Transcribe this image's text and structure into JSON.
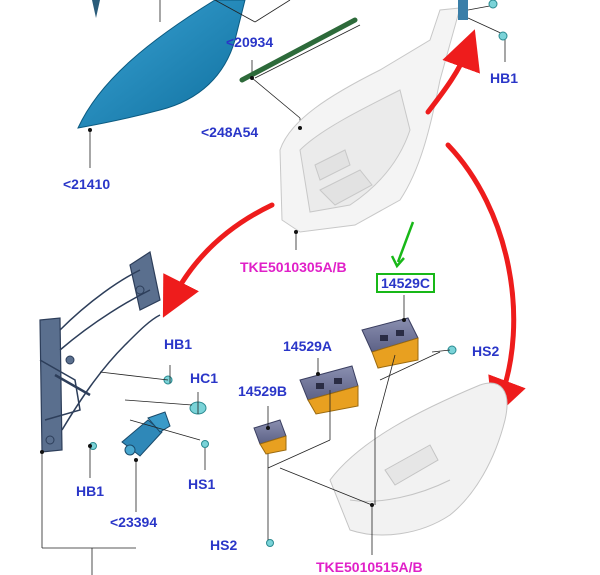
{
  "colors": {
    "label_part": "#2a36c8",
    "label_assembly": "#e020c8",
    "arrow": "#ee1c1c",
    "highlight": "#18b818",
    "glass": "#1a8bc0",
    "leader": "#222222"
  },
  "labels": {
    "p20934": "<20934",
    "p21410": "<21410",
    "p248A54": "<248A54",
    "hb1_top": "HB1",
    "door_frame": "TKE5010305A/B",
    "p14529C": "14529C",
    "p14529A": "14529A",
    "p14529B": "14529B",
    "hb1_left": "HB1",
    "hc1": "HC1",
    "hs2_right": "HS2",
    "hb1_bottom": "HB1",
    "hs1": "HS1",
    "p23394": "<23394",
    "hs2_bottom": "HS2",
    "trim_panel": "TKE5010515A/B"
  },
  "parts": [
    {
      "id": "window-glass",
      "icon": "glass-panel"
    },
    {
      "id": "glass-run-seal",
      "icon": "seal-strip"
    },
    {
      "id": "belt-molding",
      "icon": "molding-strip"
    },
    {
      "id": "door-frame",
      "icon": "door-frame-outline"
    },
    {
      "id": "window-regulator",
      "icon": "regulator-frame"
    },
    {
      "id": "window-motor",
      "icon": "motor"
    },
    {
      "id": "switch-14529C",
      "icon": "switch-pack-large"
    },
    {
      "id": "switch-14529A",
      "icon": "switch-pack-medium"
    },
    {
      "id": "switch-14529B",
      "icon": "switch-pack-small"
    },
    {
      "id": "door-trim-panel",
      "icon": "trim-panel-outline"
    },
    {
      "id": "clip-hc1",
      "icon": "clip"
    },
    {
      "id": "bolts",
      "icon": "bolt"
    }
  ]
}
